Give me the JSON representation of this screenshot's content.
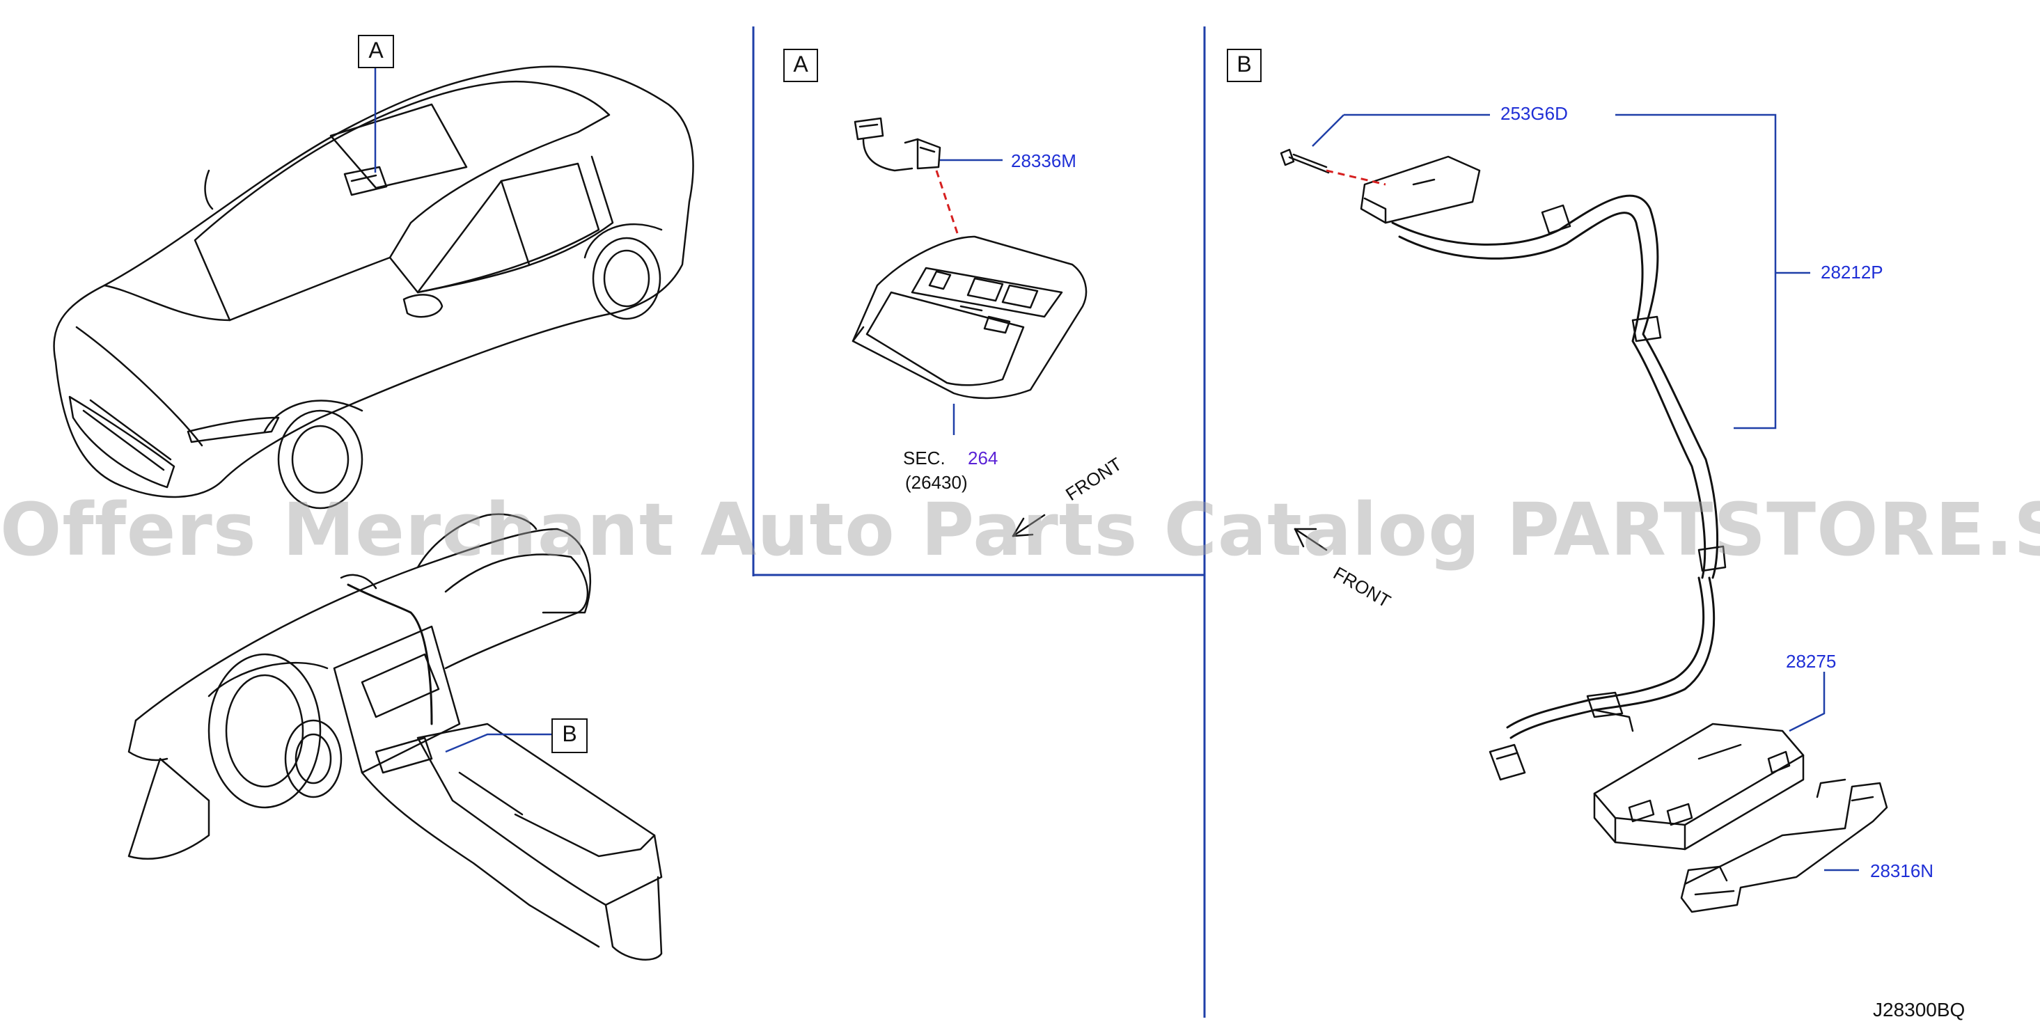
{
  "callouts": {
    "car_view_a": "A",
    "panel_a": "A",
    "panel_b": "B",
    "dash_view_b": "B"
  },
  "parts": {
    "p28336M": "28336M",
    "sec_prefix": "SEC.",
    "sec_number": "264",
    "sec_sub": "(26430)",
    "p253G6D": "253G6D",
    "p28212P": "28212P",
    "p28275": "28275",
    "p28316N": "28316N"
  },
  "front_label_a": "FRONT",
  "front_label_b": "FRONT",
  "watermark": "Offers Merchant Auto Parts Catalog PARTSTORE.SA",
  "diagram_code": "J28300BQ",
  "colors": {
    "leader": "#1f3fa8",
    "part_number": "#1f2fd6",
    "section_ref": "#5a22d6",
    "dashed_link": "#d62020",
    "line_art": "#111111",
    "panel_border": "#1f3fa8"
  }
}
